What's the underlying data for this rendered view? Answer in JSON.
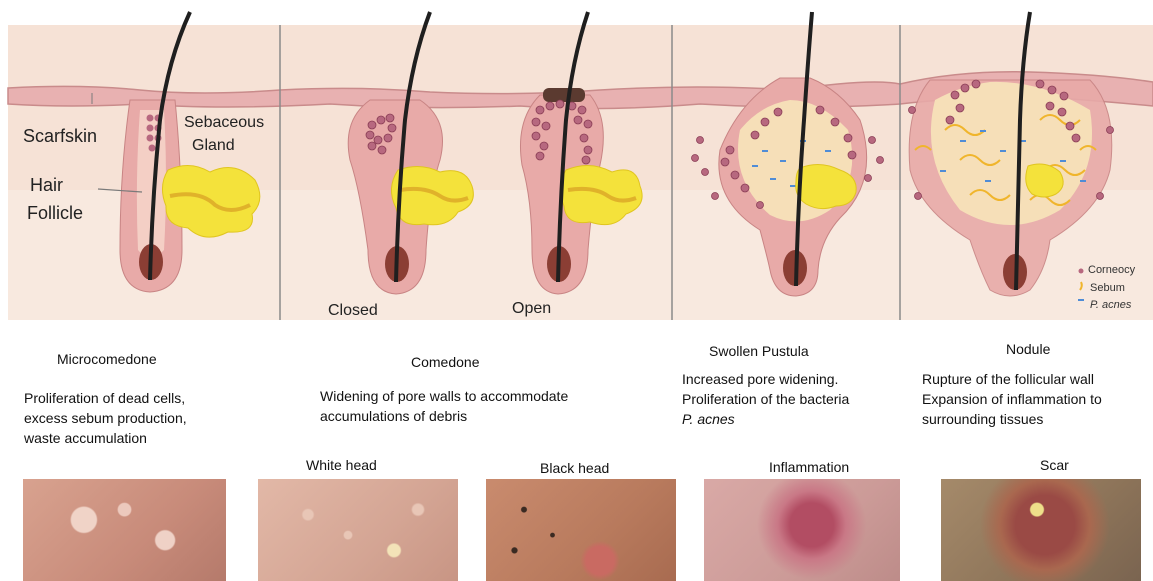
{
  "labels": {
    "scarfskin": "Scarfskin",
    "sebaceous_1": "Sebaceous",
    "sebaceous_2": "Gland",
    "hair": "Hair",
    "follicle": "Follicle",
    "closed": "Closed",
    "open": "Open"
  },
  "legend": {
    "corneocytes": "Corneocy",
    "sebum": "Sebum",
    "p_acnes": "P. acnes"
  },
  "stages": [
    {
      "title": "Microcomedone",
      "lines": [
        "Proliferation of dead cells,",
        "excess sebum production,",
        "waste accumulation"
      ]
    },
    {
      "title": "Comedone",
      "lines": [
        "Widening  of pore walls to accommodate",
        "accumulations of debris"
      ]
    },
    {
      "title": "Swollen Pustula",
      "lines": [
        "Increased pore widening.",
        "Proliferation of the bacteria",
        "P. acnes"
      ]
    },
    {
      "title": "Nodule",
      "lines": [
        "Rupture of the follicular wall",
        "Expansion of inflammation to",
        "surrounding tissues"
      ]
    }
  ],
  "photos": [
    "White head",
    "Black head",
    "Inflammation",
    "Scar"
  ],
  "colors": {
    "background": "#f5e3d8",
    "skin_pink": "#e7b3b3",
    "follicle_dark": "#8a3d33",
    "sebum_yellow": "#f3e13a",
    "cell": "#b96b82",
    "bacteria": "#4f8cd6"
  }
}
